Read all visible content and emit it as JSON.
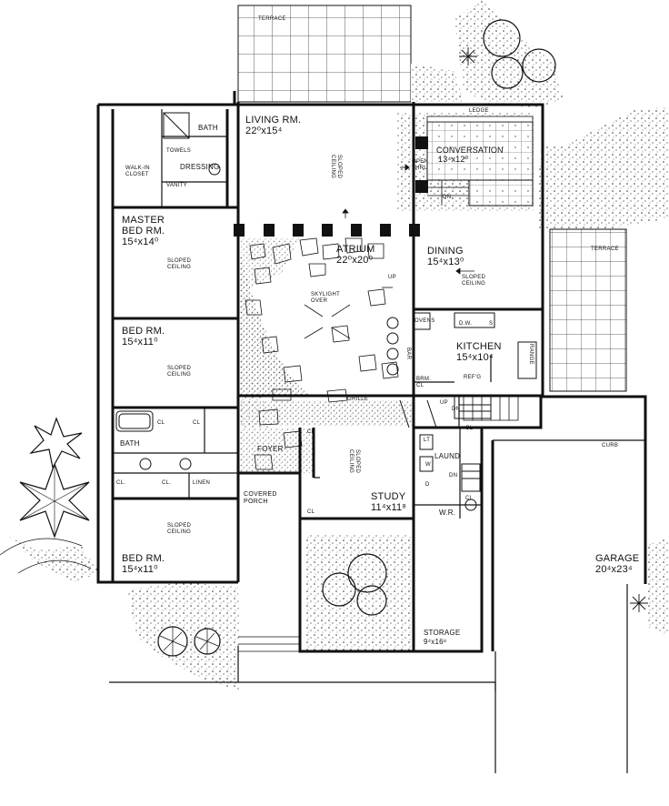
{
  "rooms": {
    "terrace_top": {
      "name": "TERRACE"
    },
    "terrace_right": {
      "name": "TERRACE"
    },
    "living": {
      "name": "LIVING RM.",
      "dims": "22⁰x15⁴"
    },
    "conversation": {
      "name": "CONVERSATION",
      "dims": "13⁴x12⁰"
    },
    "atrium": {
      "name": "ATRIUM",
      "dims": "22⁰x20⁰"
    },
    "dining": {
      "name": "DINING",
      "dims": "15⁴x13⁰"
    },
    "kitchen": {
      "name": "KITCHEN",
      "dims": "15⁴x10⁴"
    },
    "master": {
      "name": "MASTER\nBED RM.",
      "dims": "15⁴x14⁰"
    },
    "bed2": {
      "name": "BED RM.",
      "dims": "15⁴x11⁰"
    },
    "bed3": {
      "name": "BED RM.",
      "dims": "15⁴x11⁰"
    },
    "study": {
      "name": "STUDY",
      "dims": "11⁴x11⁸"
    },
    "garage": {
      "name": "GARAGE",
      "dims": "20⁴x23⁴"
    },
    "storage": {
      "name": "STORAGE",
      "dims": "9⁴x16⁸"
    },
    "bath_master": {
      "name": "BATH"
    },
    "bath_hall": {
      "name": "BATH"
    },
    "dressing": {
      "name": "DRESSING"
    },
    "walkin": {
      "name": "WALK-IN\nCLOSET"
    },
    "foyer": {
      "name": "FOYER"
    },
    "porch": {
      "name": "COVERED\nPORCH"
    },
    "laund": {
      "name": "LAUND"
    },
    "wr": {
      "name": "W.R."
    }
  },
  "small_labels": {
    "ledge": "LEDGE",
    "open_thru": "OPEN\nTHRU",
    "dn_conv": "DN.",
    "up_atrium": "UP",
    "up_hall": "UP",
    "dn_hall": "DN",
    "dn_laund": "DN",
    "skylight": "SKYLIGHT\nOVER",
    "grille": "GRILLE",
    "bar": "BAR",
    "ovens": "OVENS",
    "dw": "D.W.",
    "s": "S",
    "range": "RANGE",
    "refg": "REF'G",
    "brm_cl": "BRM.\nCL",
    "curb": "CURB",
    "towels": "TOWELS",
    "vanity": "VANITY",
    "linen": "LINEN",
    "cl1": "CL",
    "cl2": "CL",
    "cl3": "CL.",
    "cl4": "CL.",
    "cl5": "CL",
    "cl6": "CL",
    "cl7": "CL",
    "cl8": "CL",
    "lt": "LT",
    "w": "W",
    "d": "D"
  },
  "sloped": {
    "living": "SLOPED\nCEILING",
    "dining": "SLOPED\nCEILING",
    "master": "SLOPED\nCEILING",
    "bed2": "SLOPED\nCEILING",
    "bed3": "SLOPED\nCEILING",
    "study": "SLOPED\nCEILING"
  },
  "colors": {
    "wall": "#111111",
    "fill": "#ffffff"
  }
}
